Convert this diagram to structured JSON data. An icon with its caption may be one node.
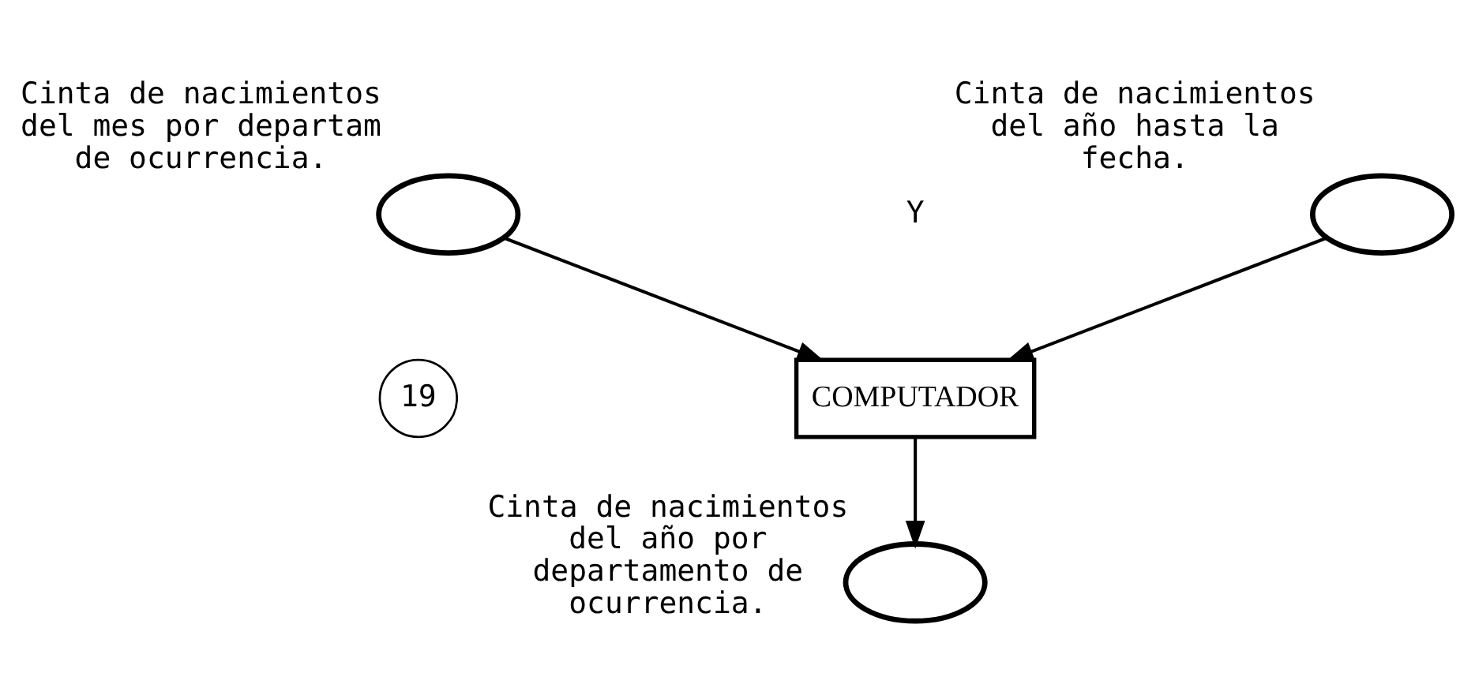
{
  "diagram": {
    "nodes": [
      {
        "text": [],
        "shape": "ellipse",
        "beside": [
          "Cinta de nacimientos del año hasta la fecha."
        ]
      },
      {
        "text": [],
        "shape": "ellipse",
        "beside": [
          "Cinta de nacimientos del mes por departam de ocurrencia."
        ]
      },
      {
        "text": [
          "19"
        ]
      },
      {
        "text": [
          "COMPUTADOR"
        ]
      },
      {
        "text": [],
        "shape": "ellipse",
        "beside": [
          "Cinta de nacimientos del año por departamento de ocurrencia."
        ]
      }
    ],
    "edges": [
      {
        "from": 0,
        "to": 3,
        "arrow": "to"
      },
      {
        "from": 1,
        "to": 3,
        "arrow": "to"
      },
      {
        "from": 3,
        "to": 4,
        "arrow": "to"
      }
    ],
    "labels": [
      "Y"
    ]
  }
}
